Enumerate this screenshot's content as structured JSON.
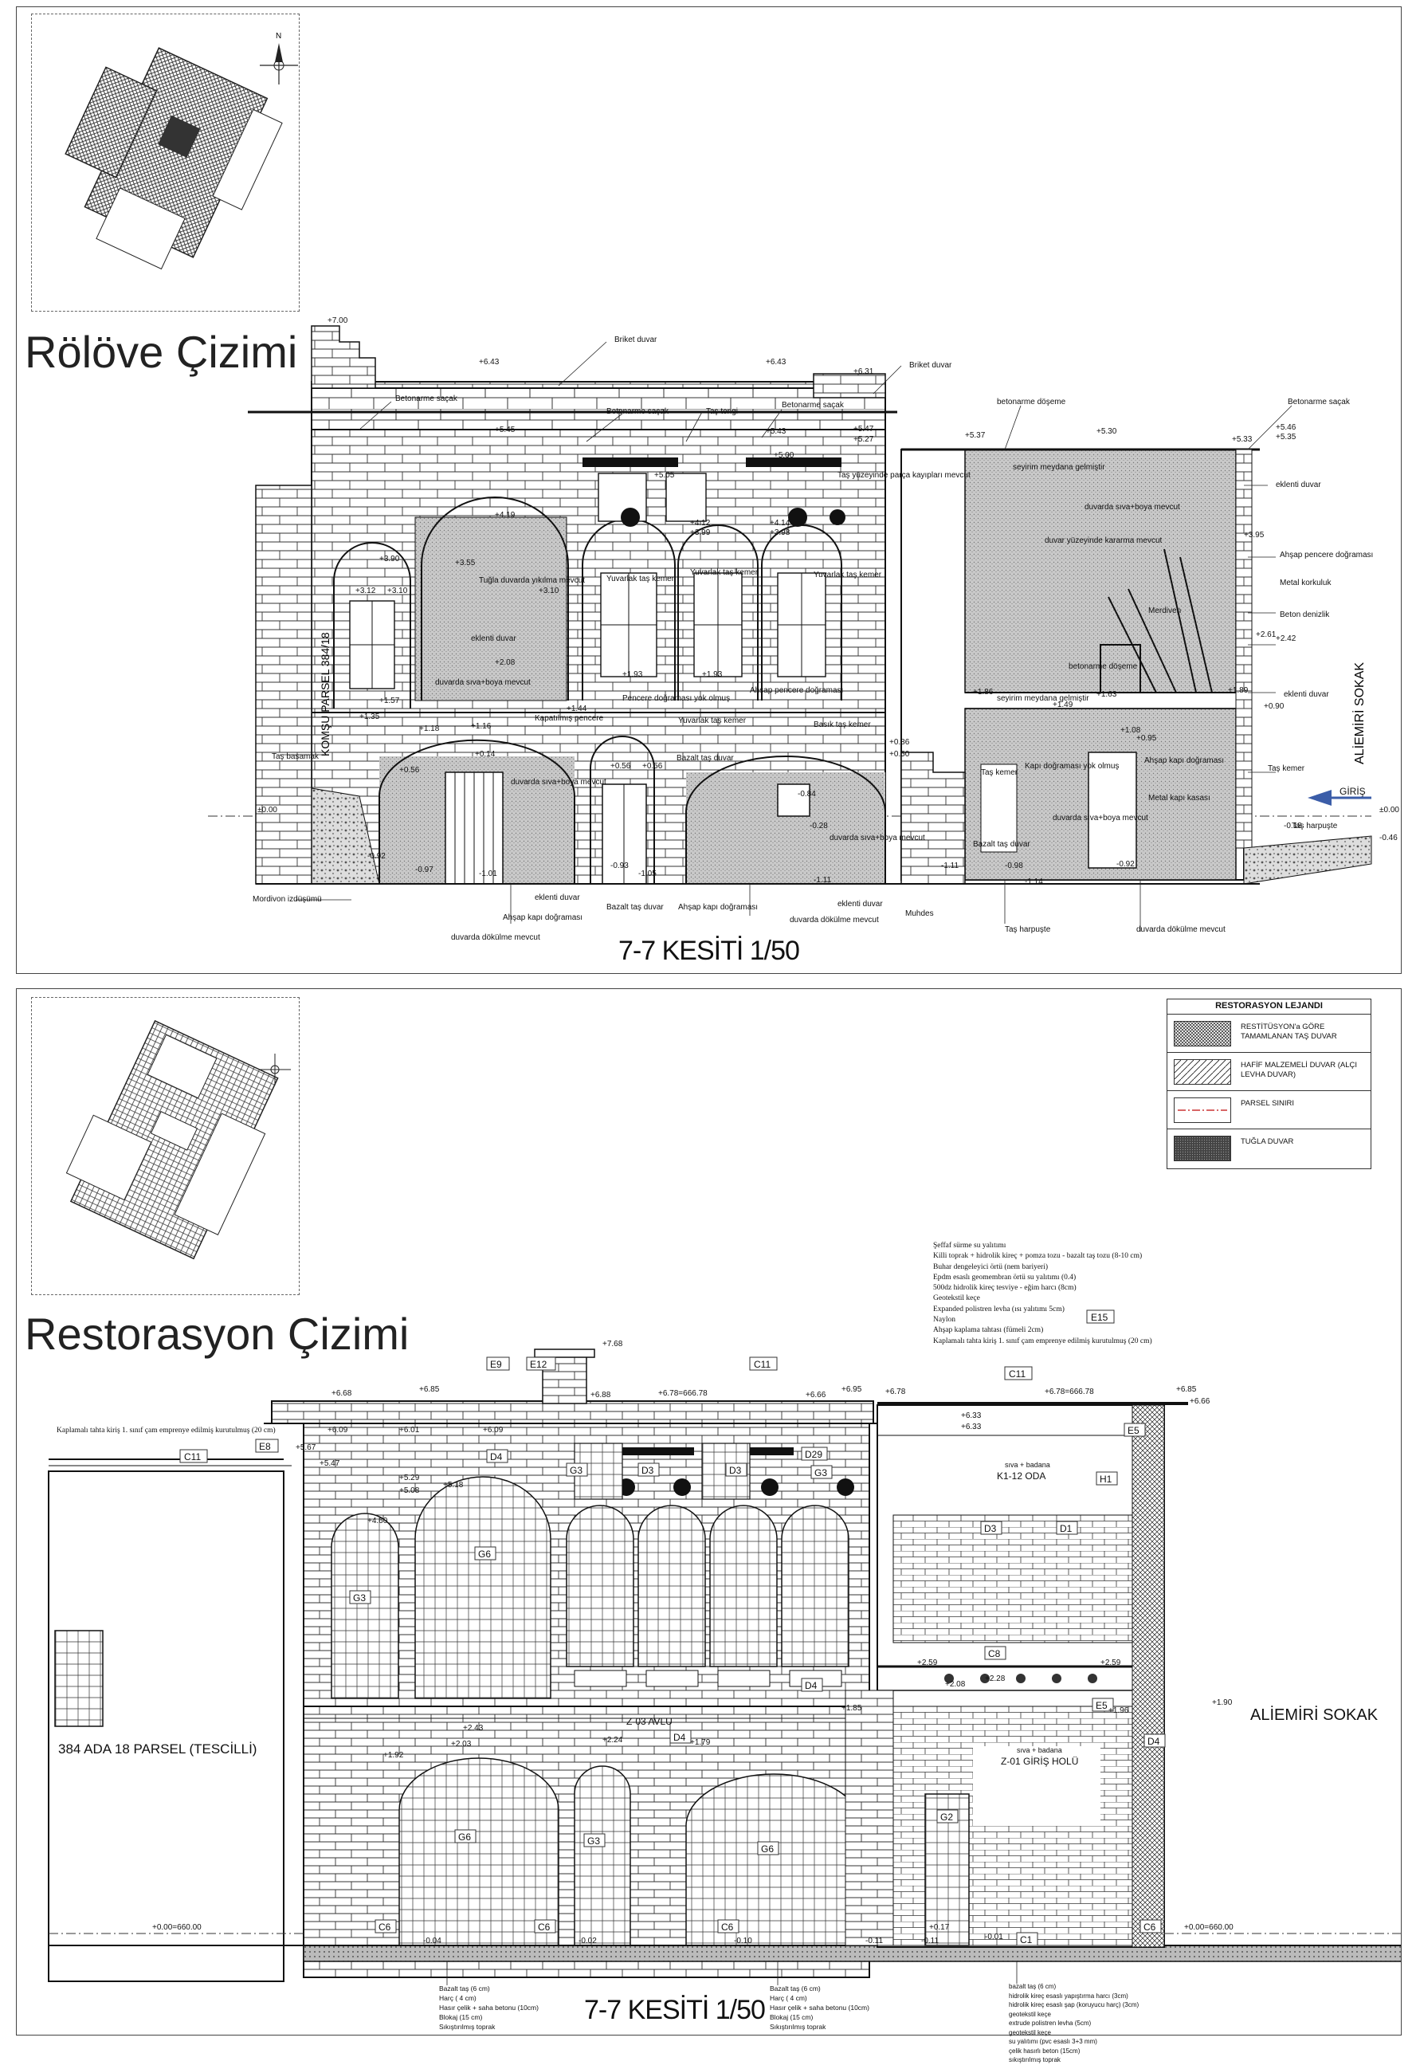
{
  "top": {
    "title": "Rölöve Çizimi",
    "section_title": "7-7 KESİTİ 1/50",
    "compass": "N",
    "side_label": "KOMŞU PARSEL 384/18",
    "street_label": "ALİEMİRİ SOKAK",
    "annotations": {
      "briket_duvar_1": "Briket duvar",
      "briket_duvar_2": "Briket duvar",
      "betonarme_sacak_1": "Betonarme saçak",
      "betonarme_sacak_2": "Betonarme saçak",
      "betonarme_sacak_3": "Betonarme saçak",
      "betonarme_doseme_1": "betonarme döşeme",
      "betonarme_doseme_2": "betonarme döşeme",
      "tas_tengi": "Taş tengi",
      "tas_yuzey_parca": "Taş yüzeyinde parça kayıpları mevcut",
      "tugla_duvarda": "Tuğla duvarda yıkılma mevcut",
      "eklenti_duvar_1": "eklenti duvar",
      "eklenti_duvar_2": "eklenti duvar",
      "eklenti_duvar_3": "eklenti duvar",
      "eklenti_duvar_4": "eklenti duvar",
      "yuvarlak_tas_kemer": "Yuvarlak taş kemer",
      "duvarda_siva_1": "duvarda sıva+boya mevcut",
      "duvarda_siva_2": "duvarda sıva+boya mevcut",
      "duvarda_siva_3": "duvarda sıva+boya mevcut",
      "duvarda_siva_4": "duvarda sıva+boya mevcut",
      "kapatilmis_pencere": "Kapatılmış pencere",
      "pencere_dogramasi": "Pencere doğraması yok olmuş",
      "ahsap_pencere": "Ahşap pencere doğraması",
      "basik_tas_kemer": "Basık taş kemer",
      "bazalt_tas_duvar_1": "Bazalt taş duvar",
      "bazalt_tas_duvar_2": "Bazalt taş duvar",
      "bazalt_tas_duvar_3": "Bazalt taş duvar",
      "tas_basamak": "Taş basamak",
      "mordivon": "Mordivon izdüşümü",
      "ahsap_kapi_1": "Ahşap kapı doğraması",
      "ahsap_kapi_2": "Ahşap kapı doğraması",
      "ahsap_kapi_3": "Ahşap kapı doğraması",
      "duvarda_dokulme_1": "duvarda dökülme mevcut",
      "duvarda_dokulme_2": "duvarda dökülme mevcut",
      "duvarda_dokulme_3": "duvarda dökülme mevcut",
      "muhdes": "Muhdes",
      "tas_harpuster_1": "Taş harpuşte",
      "tas_harpuster_2": "Taş harpuşte",
      "tas_kemer_1": "Taş kemer",
      "tas_kemer_2": "Taş kemer",
      "seyrim": "seyirim meydana gelmiştir",
      "seyrim_2": "seyirim meydana gelmiştir",
      "duvar_yuzey": "duvar yüzeyinde kararma mevcut",
      "ahsap_pencere_dograma": "Ahşap pencere doğraması",
      "metal_korkuluk": "Metal korkuluk",
      "beton_denizlik": "Beton denizlik",
      "merdiven": "Merdiven",
      "kapi_dogramasi_yok": "Kapı doğraması yok olmuş",
      "metal_kapi_kasasi": "Metal kapı kasası",
      "giris": "GİRİŞ"
    },
    "levels": [
      "+7.00",
      "+6.43",
      "+6.43",
      "+6.31",
      "+5.37",
      "+5.47",
      "+5.30",
      "+5.33",
      "+5.46",
      "+5.35",
      "+5.45",
      "+5.43",
      "+5.47",
      "+5.27",
      "+5.05",
      "+5.00",
      "+4.19",
      "+4.12",
      "+3.99",
      "+3.98",
      "+4.14",
      "+3.95",
      "+3.90",
      "+3.55",
      "+3.12",
      "+3.10",
      "+3.10",
      "+2.42",
      "+2.61",
      "+2.08",
      "+1.93",
      "+1.93",
      "+1.89",
      "+1.86",
      "+1.63",
      "+1.57",
      "+1.44",
      "+1.49",
      "+1.08",
      "+1.35",
      "+1.18",
      "+1.16",
      "+0.90",
      "+0.95",
      "+0.86",
      "+0.14",
      "+0.56",
      "+0.56",
      "+0.56",
      "+0.50",
      "+0.00",
      "±0.00",
      "±0.00",
      "-0.18",
      "-0.28",
      "-0.46",
      "-0.84",
      "-0.92",
      "-0.97",
      "-1.01",
      "-1.05",
      "-1.11",
      "-1.11",
      "-1.14",
      "-0.98",
      "-0.93",
      "-0.92"
    ]
  },
  "bottom": {
    "title": "Restorasyon Çizimi",
    "section_title": "7-7 KESİTİ 1/50",
    "legend": {
      "title": "RESTORASYON LEJANDI",
      "items": [
        {
          "label": "RESTİTÜSYON'a GÖRE TAMAMLANAN TAŞ DUVAR",
          "pattern": "cross"
        },
        {
          "label": "HAFİF MALZEMELİ DUVAR (ALÇI LEVHA DUVAR)",
          "pattern": "hatch"
        },
        {
          "label": "PARSEL SINIRI",
          "pattern": "line"
        },
        {
          "label": "TUĞLA DUVAR",
          "pattern": "dark"
        }
      ]
    },
    "street_label": "ALİEMİRİ SOKAK",
    "parcel_label": "384 ADA 18 PARSEL (TESCİLLİ)",
    "roof_note": "Kaplamalı tahta kiriş 1. sınıf çam emprenye edilmiş kurutulmuş (20 cm)",
    "roof_layers": [
      "Şeffaf sürme su yalıtımı",
      "Killi toprak + hidrolik kireç + pomza tozu - bazalt taş tozu (8-10 cm)",
      "Buhar dengeleyici örtü (nem bariyeri)",
      "Epdm esaslı geomembran örtü su yalıtımı (0.4)",
      "500dz hidrolik kireç tesviye - eğim harcı (8cm)",
      "Geotekstil keçe",
      "Expanded polistren levha (ısı yalıtımı 5cm)",
      "Naylon",
      "Ahşap kaplama tahtası (fümeli 2cm)",
      "Kaplamalı tahta kiriş 1. sınıf çam emprenye edilmiş kurutulmuş (20 cm)"
    ],
    "floor_layers_left": [
      "Bazalt taş (6 cm)",
      "Harç ( 4 cm)",
      "Hasır çelik + saha betonu (10cm)",
      "Blokaj (15 cm)",
      "Sıkıştırılmış toprak"
    ],
    "floor_layers_mid": [
      "Bazalt taş (6 cm)",
      "Harç ( 4 cm)",
      "Hasır çelik + saha betonu (10cm)",
      "Blokaj (15 cm)",
      "Sıkıştırılmış toprak"
    ],
    "floor_layers_right": [
      "bazalt taş (6 cm)",
      "hidrolik kireç esaslı yapıştırma harcı (3cm)",
      "hidrolik kireç esaslı şap (koruyucu harç) (3cm)",
      "geotekstil keçe",
      "extrude polistren levha (5cm)",
      "geotekstil keçe",
      "su yalıtımı (pvc esaslı 3+3 mm)",
      "çelik hasırlı beton (15cm)",
      "sıkıştırılmış toprak"
    ],
    "rooms": {
      "k1": "K1-12 ODA",
      "k1_sub": "sıva + badana",
      "z03": "Z-03 AVLU",
      "z01": "Z-01 GİRİŞ HOLÜ",
      "z01_sub": "sıva + badana"
    },
    "codes": [
      "C11",
      "E8",
      "E9",
      "E12",
      "C11",
      "C11",
      "E15",
      "E5",
      "D4",
      "G3",
      "D3",
      "D3",
      "D29",
      "G3",
      "G6",
      "G3",
      "H1",
      "D3",
      "D1",
      "C8",
      "E5",
      "D4",
      "D4",
      "G6",
      "G3",
      "G6",
      "G2",
      "D4",
      "C6",
      "C6",
      "C6",
      "C6",
      "C1"
    ],
    "levels": [
      "+7.68",
      "+6.85",
      "+6.68",
      "+6.88",
      "+6.78=666.78",
      "+6.66",
      "+6.95",
      "+6.78",
      "+6.78=666.78",
      "+6.85",
      "+6.66",
      "+6.33",
      "+6.33",
      "+6.09",
      "+6.01",
      "+6.09",
      "+5.67",
      "+5.47",
      "+5.29",
      "+5.18",
      "+5.08",
      "+4.60",
      "+2.43",
      "+2.28",
      "+2.59",
      "+2.59",
      "+2.08",
      "+2.03",
      "+2.24",
      "+1.92",
      "+1.96",
      "+1.90",
      "+1.85",
      "+1.79",
      "+0.00=660.00",
      "+0.00=660.00",
      "-0.04",
      "-0.02",
      "-0.10",
      "-0.11",
      "-0.11",
      "-0.01",
      "+0.17"
    ]
  }
}
